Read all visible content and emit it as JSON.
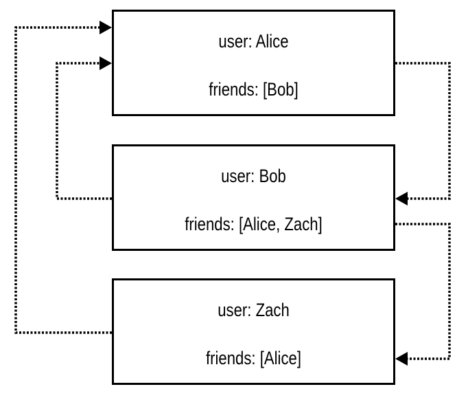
{
  "nodes": [
    {
      "user": "user: Alice",
      "friends": "friends: [Bob]"
    },
    {
      "user": "user: Bob",
      "friends": "friends: [Alice, Zach]"
    },
    {
      "user": "user: Zach",
      "friends": "friends: [Alice]"
    }
  ],
  "colors": {
    "stroke": "#000000",
    "background": "#ffffff"
  }
}
